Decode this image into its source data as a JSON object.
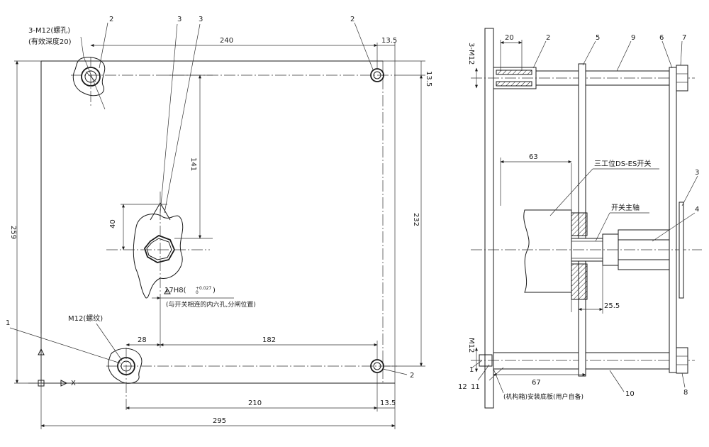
{
  "colors": {
    "ink": "#1a1a1a",
    "paper": "#ffffff"
  },
  "front_view": {
    "label_mount_holes": "3-M12(螺孔)",
    "label_hole_depth": "(有效深度20)",
    "label_thread": "M12(螺纹)",
    "label_hex_hole": "17H8(",
    "label_tol_upper": "+0.027",
    "label_tol_lower": "0",
    "label_hex_note": "(与开关相连的内六孔,分闸位置)",
    "dims": {
      "d240": "240",
      "d13_5_top": "13.5",
      "d13_5_side": "13.5",
      "d259": "259",
      "d232": "232",
      "d141": "141",
      "d40": "40",
      "d28": "28",
      "d182": "182",
      "d210": "210",
      "d13_5_bottom": "13.5",
      "d295": "295"
    },
    "callouts": {
      "c2a": "2",
      "c3a": "3",
      "c3b": "3",
      "c2b": "2",
      "c1": "1",
      "c2c": "2"
    },
    "axis_x": "X"
  },
  "side_view": {
    "label_m12_top": "3-M12",
    "label_m12_bottom": "M12",
    "label_switch": "三工位DS-ES开关",
    "label_shaft": "开关主轴",
    "label_base": "(机构箱)安装底板(用户自备)",
    "dims": {
      "d20": "20",
      "d63": "63",
      "d25_5": "25.5",
      "d67": "67"
    },
    "callouts": {
      "c2": "2",
      "c5": "5",
      "c9": "9",
      "c6": "6",
      "c7": "7",
      "c3": "3",
      "c4": "4",
      "c1": "1",
      "c12": "12",
      "c11": "11",
      "c10": "10",
      "c8": "8"
    }
  }
}
